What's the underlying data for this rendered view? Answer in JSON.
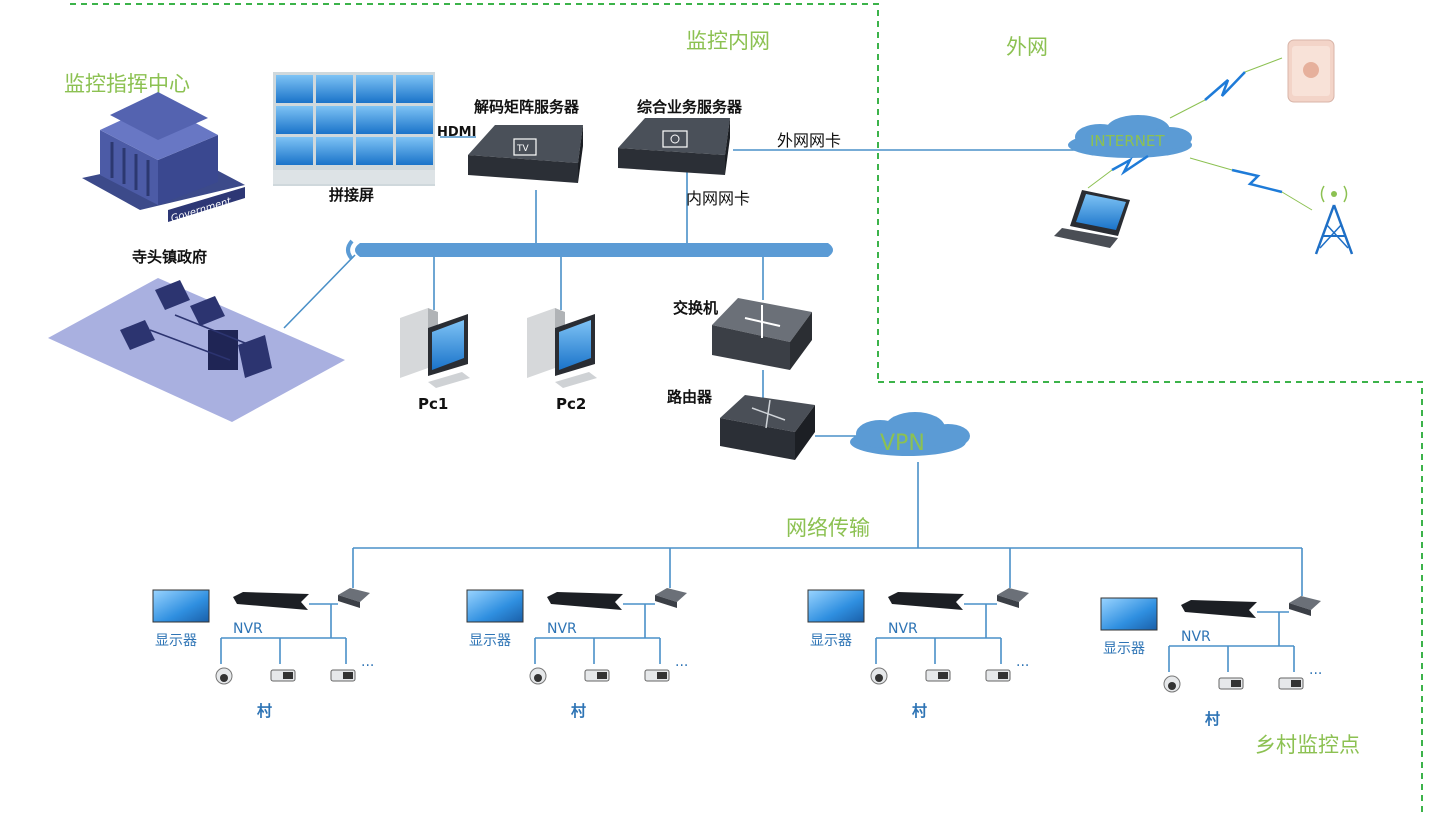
{
  "zones": {
    "command_center": "监控指挥中心",
    "internal_network": "监控内网",
    "external_network": "外网",
    "network_transmission": "网络传输",
    "rural_points": "乡村监控点"
  },
  "devices": {
    "video_wall": "拼接屏",
    "hdmi": "HDMI",
    "decoder_server": "解码矩阵服务器",
    "business_server": "综合业务服务器",
    "external_nic": "外网网卡",
    "internal_nic": "内网网卡",
    "government": "寺头镇政府",
    "government_sign": "Government",
    "pc1": "Pc1",
    "pc2": "Pc2",
    "switch": "交换机",
    "router": "路由器",
    "internet": "INTERNET",
    "vpn": "VPN",
    "tv_badge": "TV"
  },
  "villages": [
    {
      "monitor": "显示器",
      "nvr": "NVR",
      "more": "...",
      "name": "村"
    },
    {
      "monitor": "显示器",
      "nvr": "NVR",
      "more": "...",
      "name": "村"
    },
    {
      "monitor": "显示器",
      "nvr": "NVR",
      "more": "...",
      "name": "村"
    },
    {
      "monitor": "显示器",
      "nvr": "NVR",
      "more": "...",
      "name": "村"
    }
  ],
  "colors": {
    "zone_label": "#8cc152",
    "dashed_border": "#3cb34a",
    "wire": "#4a90c8",
    "bus": "#5b9bd5",
    "cloud": "#5b9bd5",
    "device_dark": "#2b2f36",
    "monitor_blue": "#1e88e5"
  }
}
